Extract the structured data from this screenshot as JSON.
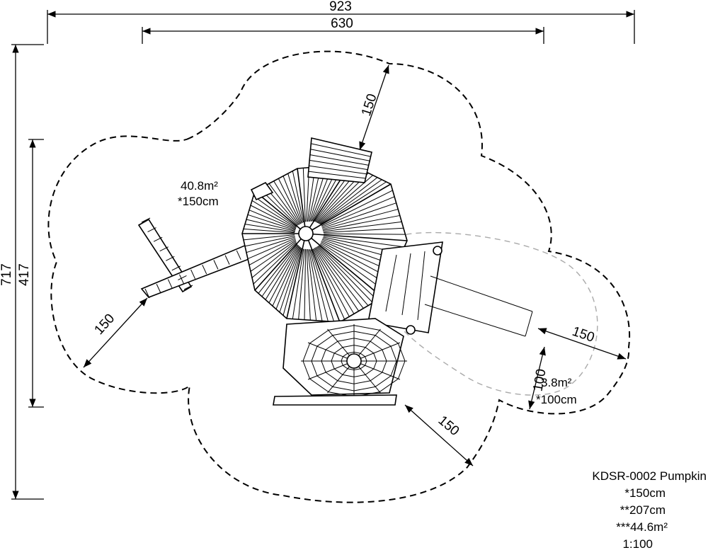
{
  "dimensions": {
    "overall_width": "923",
    "inner_width": "630",
    "overall_height": "717",
    "inner_height": "417",
    "clearance_top": "150",
    "clearance_left": "150",
    "clearance_bottom": "150",
    "clearance_right": "150",
    "slide_zone_width": "100"
  },
  "zones": {
    "main": {
      "area": "40.8m²",
      "fall_height": "*150cm"
    },
    "slide": {
      "area": "3.8m²",
      "fall_height": "*100cm"
    }
  },
  "legend": {
    "model": "KDSR-0002 Pumpkin",
    "free_height": "*150cm",
    "total_height": "**207cm",
    "total_area": "***44.6m²",
    "scale": "1:100"
  }
}
